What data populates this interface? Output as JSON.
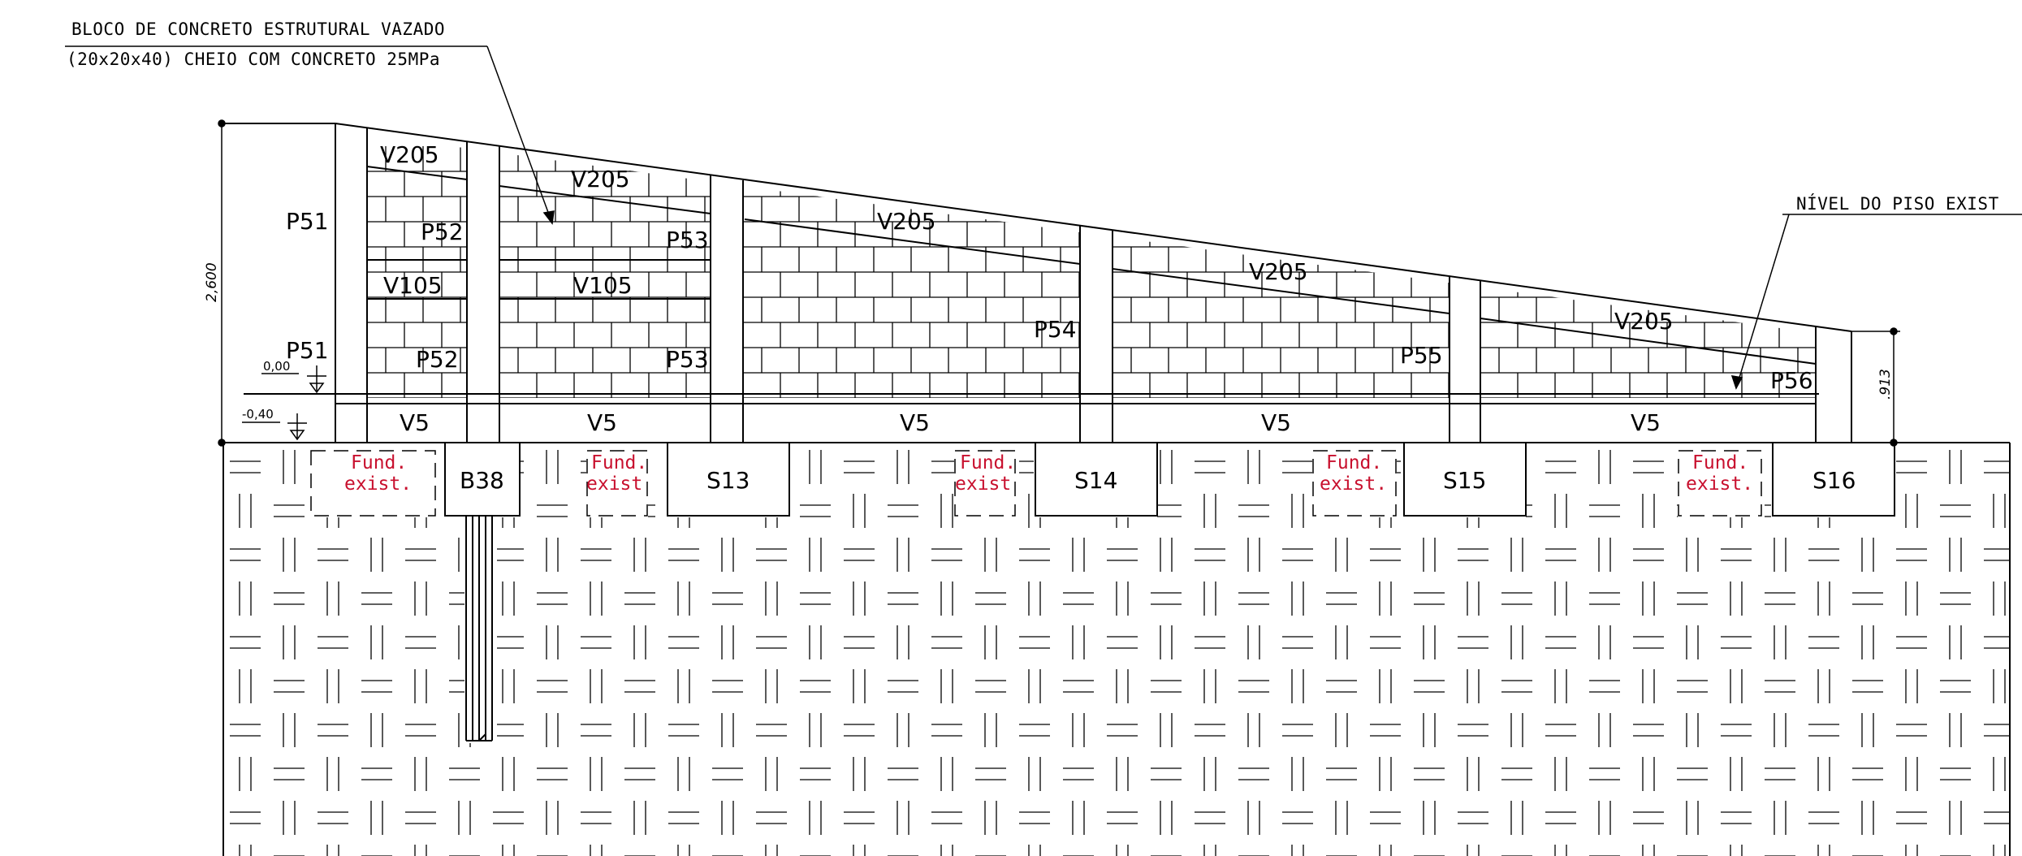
{
  "callouts": {
    "block_line1": "BLOCO DE CONCRETO ESTRUTURAL VAZADO",
    "block_line2": "(20x20x40) CHEIO COM CONCRETO 25MPa",
    "floor_level": "NÍVEL DO PISO EXIST"
  },
  "dimensions": {
    "left_height": "2,600",
    "right_height": ".913",
    "level_zero": "0,00",
    "level_minus": "-0,40"
  },
  "beams": {
    "top": "V205",
    "mid": "V105",
    "bottom": "V5"
  },
  "pillars": {
    "p51": "P51",
    "p52": "P52",
    "p53": "P53",
    "p54": "P54",
    "p55": "P55",
    "p56": "P56"
  },
  "footings": {
    "b38": "B38",
    "s13": "S13",
    "s14": "S14",
    "s15": "S15",
    "s16": "S16"
  },
  "existing_foundation": {
    "line1": "Fund.",
    "line2_full": "exist.",
    "line2_short": "exist"
  },
  "colors": {
    "line": "#000000",
    "existing_foundation_text": "#c8102e",
    "background": "#ffffff"
  }
}
